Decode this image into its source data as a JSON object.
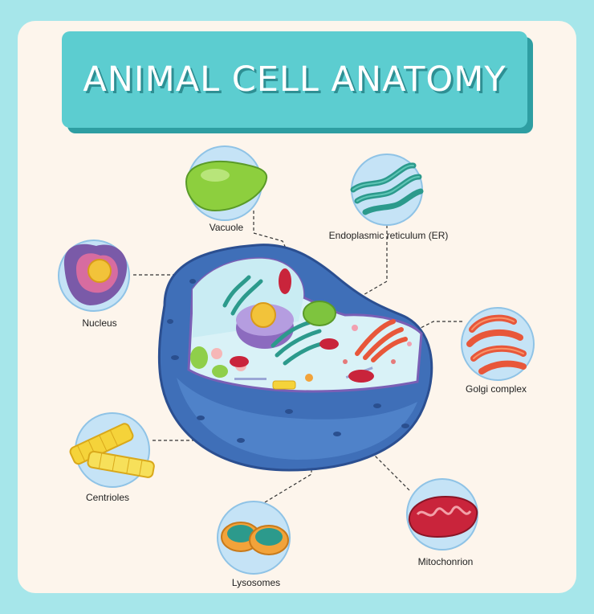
{
  "title": "ANIMAL CELL ANATOMY",
  "labels": {
    "vacuole": "Vacuole",
    "er": "Endoplasmic reticulum (ER)",
    "nucleus": "Nucleus",
    "golgi": "Golgi complex",
    "centrioles": "Centrioles",
    "lysosomes": "Lysosomes",
    "mitochondrion": "Mitochonrion"
  },
  "colors": {
    "background": "#a6e6ea",
    "card": "#fdf5ec",
    "title_box": "#5ccdd0",
    "cell_outer": "#3f6fb8",
    "cytoplasm": "#d9f2f7",
    "nucleus": "#f2c33a",
    "golgi": "#e8573a",
    "er": "#2c9a8c",
    "vacuole": "#7ec43e",
    "mitochondrion": "#c9243b"
  }
}
